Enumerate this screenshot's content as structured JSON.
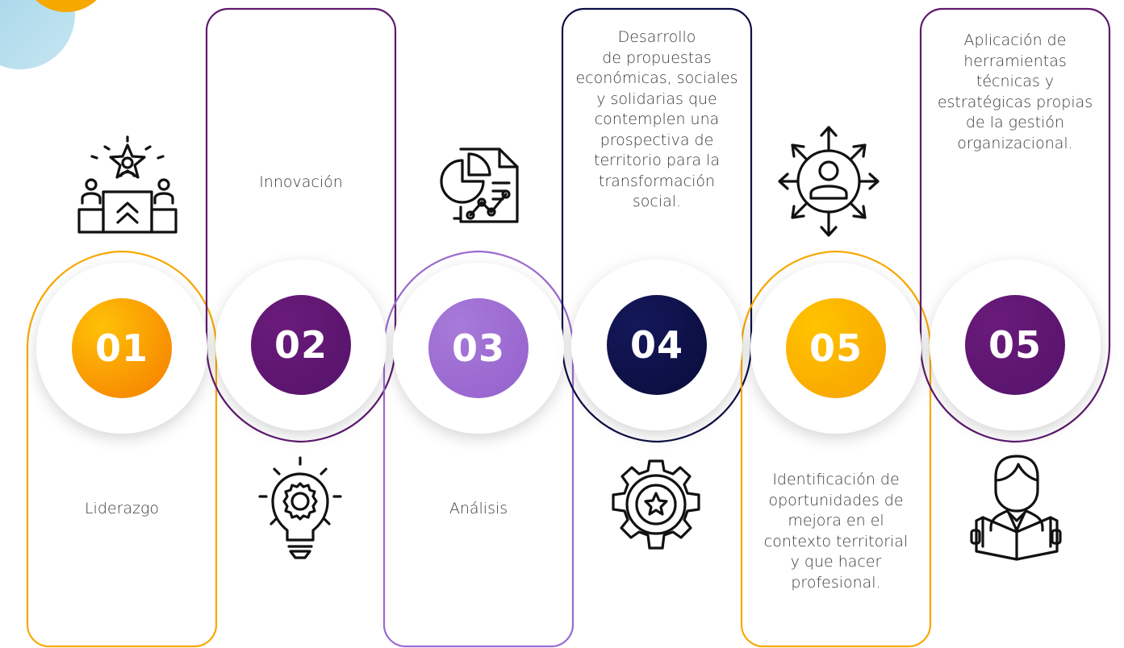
{
  "steps": [
    {
      "number": "01",
      "label": "Liderazgo",
      "color": "#f7a800",
      "number_gradient": [
        "#ffc107",
        "#f57c00"
      ],
      "icon": "leadership-podium-icon"
    },
    {
      "number": "02",
      "label": "Innovación",
      "color": "#5e1a6e",
      "number_gradient": [
        "#6a1b7a",
        "#55136a"
      ],
      "icon": "lightbulb-gear-icon"
    },
    {
      "number": "03",
      "label": "Análisis",
      "color": "#9b6ad0",
      "number_gradient": [
        "#a77ad8",
        "#9460cc"
      ],
      "icon": "report-chart-icon"
    },
    {
      "number": "04",
      "label": "Desarrollo\nde propuestas\neconómicas, sociales\ny solidarias que\ncontemplen una\nprospectiva de\nterritorio para la\ntransformación\nsocial.",
      "color": "#0d0f45",
      "number_gradient": [
        "#14185a",
        "#0a0c3a"
      ],
      "icon": "gear-star-icon"
    },
    {
      "number": "05",
      "label": "Identificación de\noportunidades de\nmejora en el\ncontexto territorial\ny que hacer\nprofesional.",
      "color": "#f7a800",
      "number_gradient": [
        "#ffc400",
        "#f7a000"
      ],
      "icon": "user-network-icon"
    },
    {
      "number": "05",
      "label": "Aplicación de\nherramientas\ntécnicas y\nestratégicas propias\nde la gestión\norganizacional.",
      "color": "#5e1a6e",
      "number_gradient": [
        "#6a1b7a",
        "#55136a"
      ],
      "icon": "reader-book-icon"
    }
  ]
}
